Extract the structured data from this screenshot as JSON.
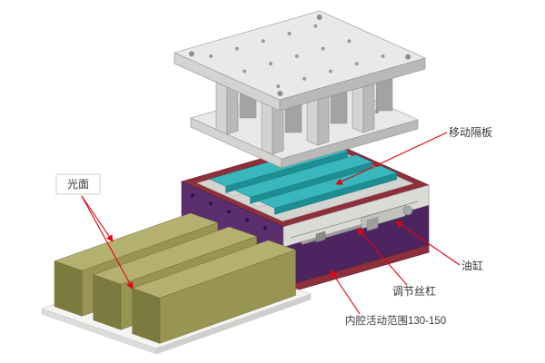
{
  "annotations": {
    "smooth_surface": "光面",
    "movable_partition": "移动隔板",
    "oil_cylinder": "油缸",
    "adjusting_screw": "调节丝杠",
    "cavity_range": "内腔活动范围130-150"
  },
  "colors": {
    "background": "#ffffff",
    "annotation": "#e60012",
    "label": "#3a3a3a",
    "purple_left": "#5b2f6e",
    "purple_right": "#4b2460",
    "maroon": "#8e2f3c",
    "teal_top": "#38b8bc",
    "teal_front": "#1f8e93",
    "olive_top": "#b4b170",
    "olive_side": "#989552",
    "olive_end": "#7d7a40",
    "metal_top": "#e9e9e7",
    "metal_side": "#d3d3d1",
    "metal_shade": "#b9b9b7",
    "floor_gray": "#d3d3cf",
    "band_gray": "#dadad7"
  }
}
